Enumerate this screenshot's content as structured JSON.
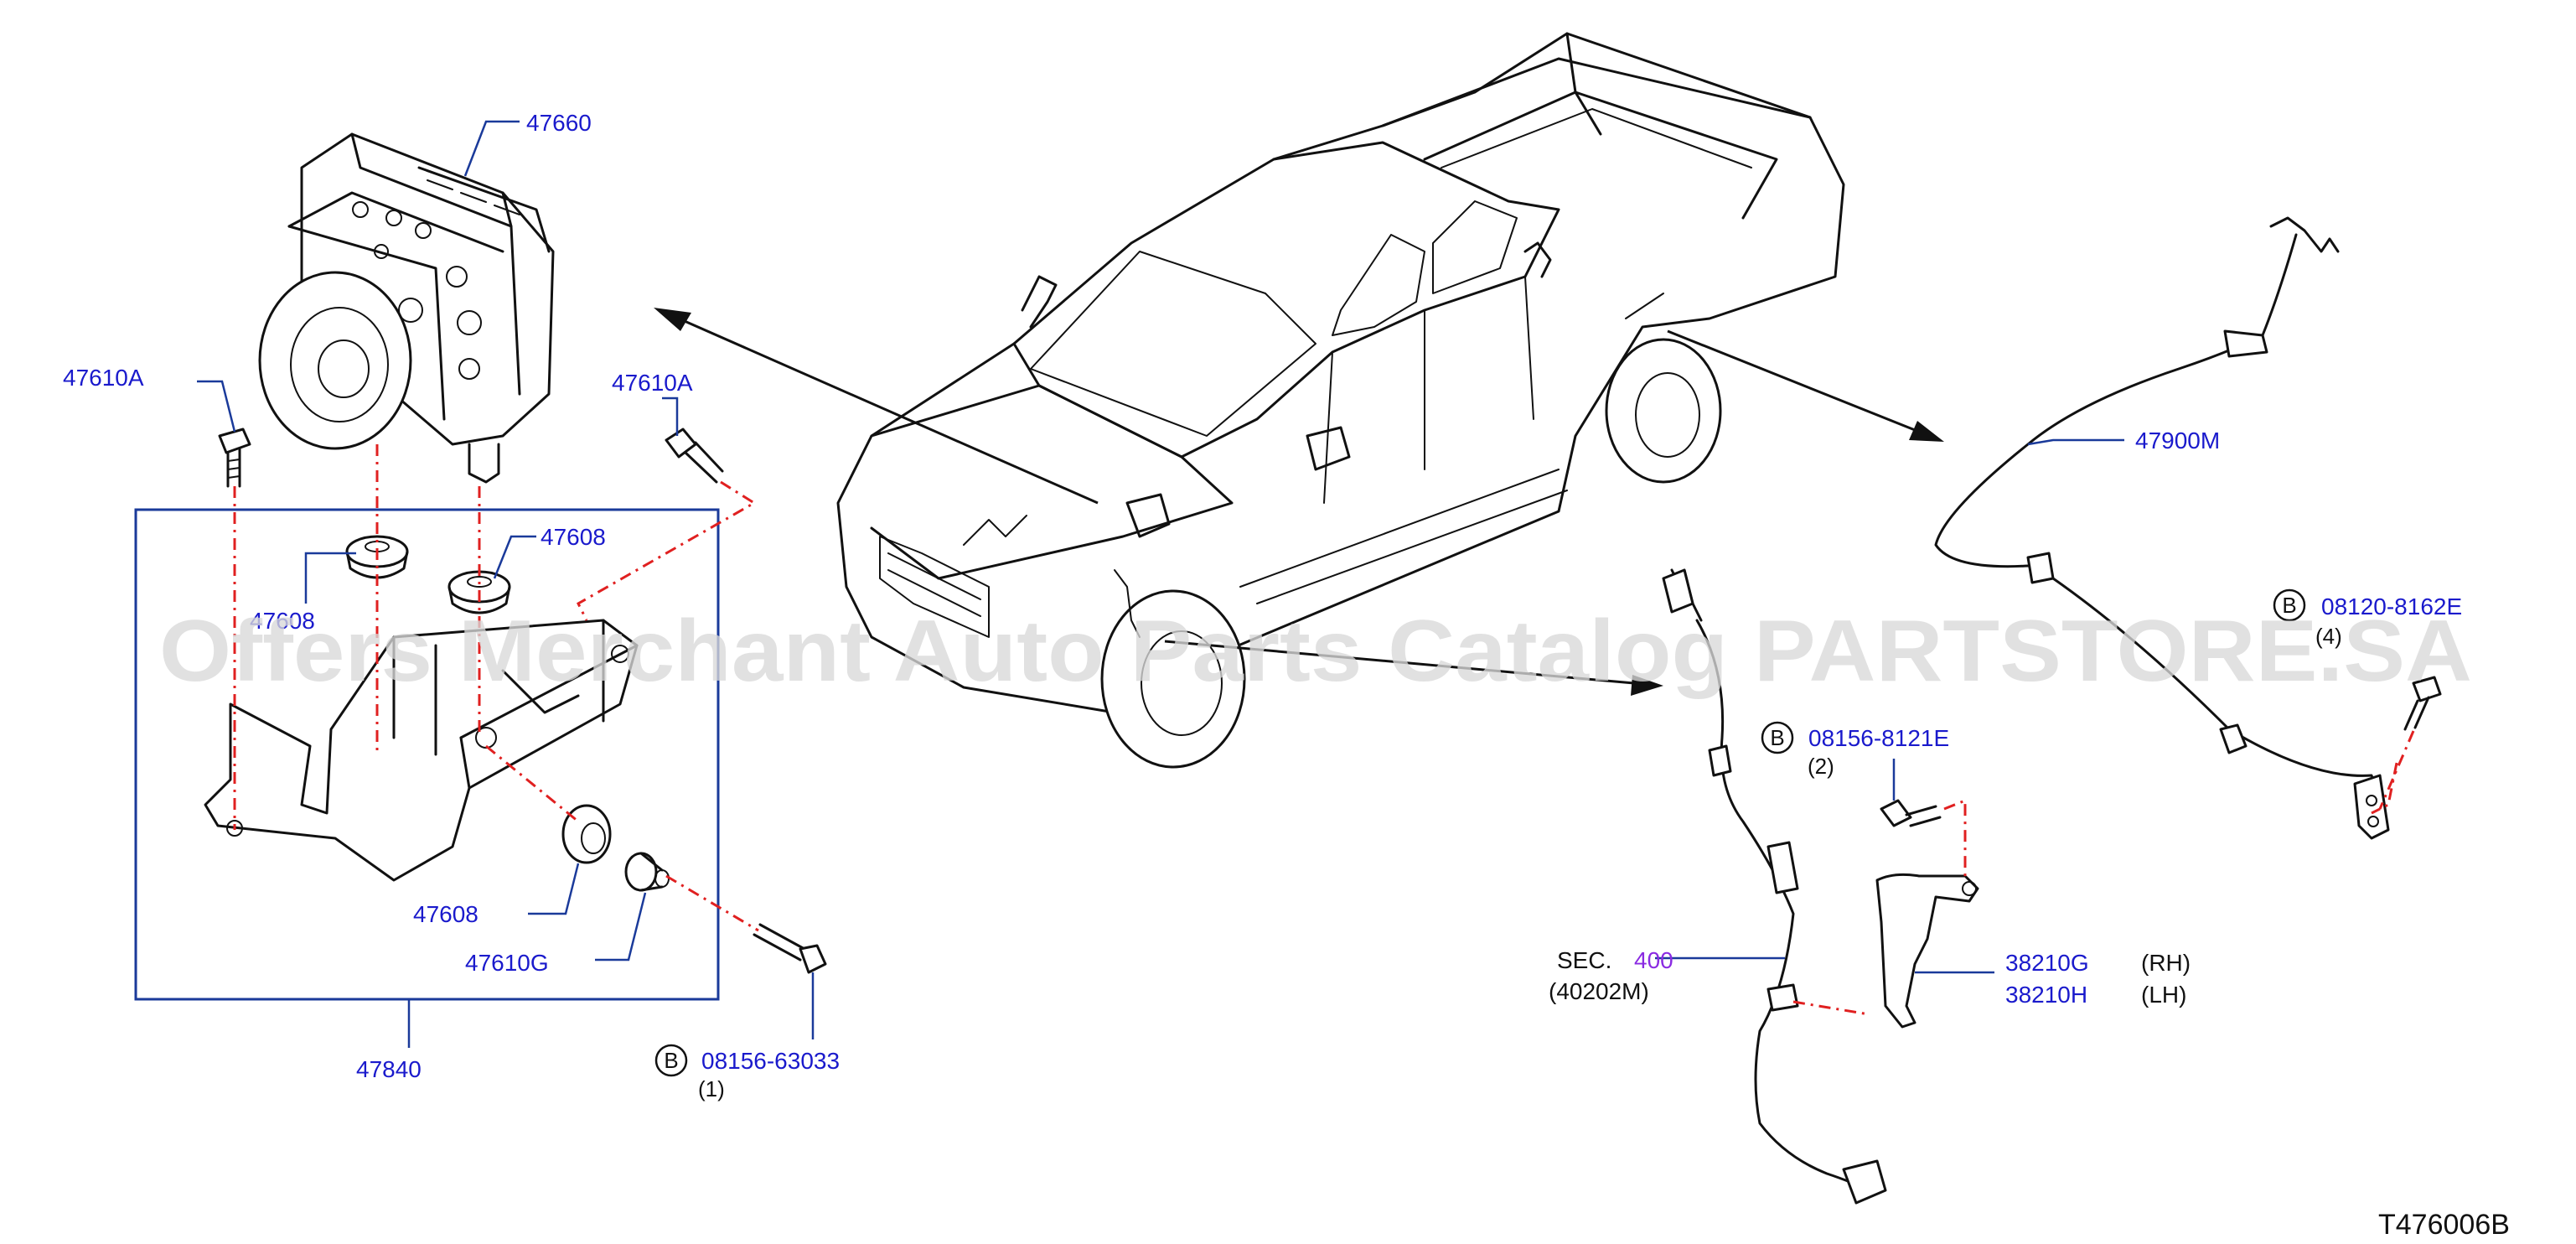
{
  "labels": {
    "abs_actuator": "47660",
    "bolt_left": "47610A",
    "bolt_right": "47610A",
    "grommet_upper_left": "47608",
    "grommet_upper_right": "47608",
    "grommet_lower": "47608",
    "washer_collar": "47610G",
    "bracket_assembly": "47840",
    "bolt_b1_code": "08156-63033",
    "bolt_b1_qty": "(1)",
    "bolt_b2_code": "08156-8121E",
    "bolt_b2_qty": "(2)",
    "bolt_b4_code": "08120-8162E",
    "bolt_b4_qty": "(4)",
    "rear_sensor_harness": "47900M",
    "sec_prefix": "SEC.",
    "sec_number": "400",
    "sec_part": "(40202M)",
    "bracket_rh_code": "38210G",
    "bracket_rh_side": "(RH)",
    "bracket_lh_code": "38210H",
    "bracket_lh_side": "(LH)",
    "circle_letter_1": "B",
    "circle_letter_2": "B",
    "circle_letter_3": "B",
    "diagram_ref": "T476006B"
  },
  "watermark": "Offers Merchant Auto Parts Catalog PARTSTORE.SA",
  "colors": {
    "part_number": "#1a1acc",
    "leader": "#1a3a9a",
    "dashed_centerline": "#e02020",
    "ink": "#111111",
    "section_number": "#8a2be2",
    "watermark": "#d8d8d8"
  }
}
